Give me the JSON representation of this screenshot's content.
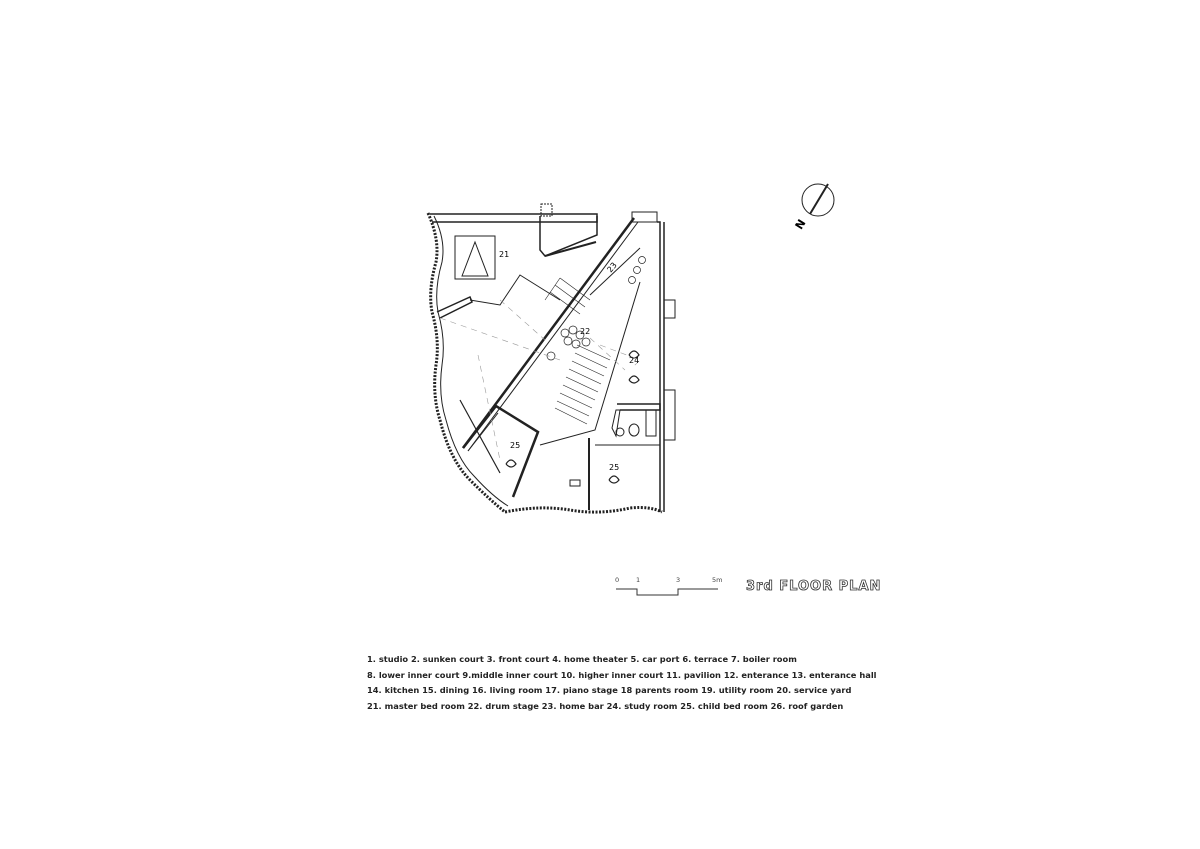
{
  "plan": {
    "title": "3rd FLOOR PLAN",
    "north_label": "N",
    "room_labels": [
      "21",
      "23",
      "22",
      "24",
      "25",
      "25"
    ],
    "scale_bar": {
      "ticks": [
        "0",
        "1",
        "3",
        "5m"
      ]
    }
  },
  "legend": {
    "lines": [
      "1. studio  2. sunken court  3. front court  4. home theater  5. car port  6. terrace  7. boiler room",
      "8. lower inner court  9.middle inner court  10. higher inner court  11. pavilion  12. enterance  13. enterance hall",
      "14. kitchen  15. dining  16. living room  17. piano stage  18 parents room  19. utility room  20. service yard",
      "21. master bed room  22. drum stage  23. home bar  24. study room  25. child bed room  26. roof garden"
    ]
  }
}
